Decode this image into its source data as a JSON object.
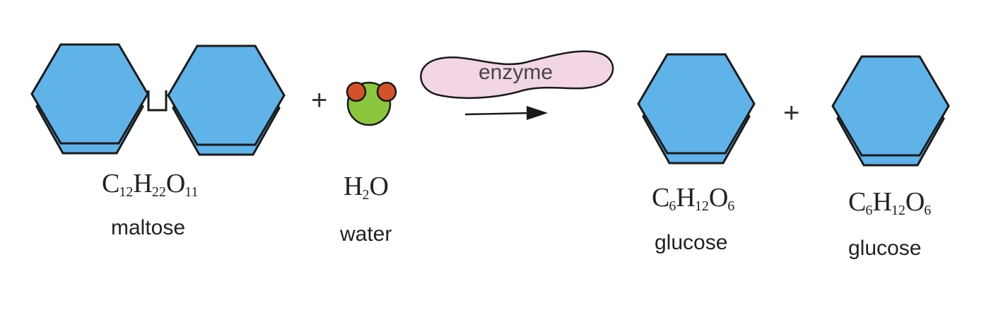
{
  "colors": {
    "ring_fill": "#5fb3e8",
    "ring_edge": "#1a1a1a",
    "oxygen": "#8cc63f",
    "hydrogen": "#d2522a",
    "enzyme_fill": "#f3d6e6"
  },
  "reaction": {
    "plus_1": "+",
    "plus_2": "+",
    "enzyme": "enzyme"
  },
  "maltose": {
    "formula": {
      "c": "C",
      "c_n": "12",
      "h": "H",
      "h_n": "22",
      "o": "O",
      "o_n": "11"
    },
    "name": "maltose"
  },
  "water": {
    "formula": {
      "h": "H",
      "h_n": "2",
      "o": "O"
    },
    "name": "water"
  },
  "glucose_1": {
    "formula": {
      "c": "C",
      "c_n": "6",
      "h": "H",
      "h_n": "12",
      "o": "O",
      "o_n": "6"
    },
    "name": "glucose"
  },
  "glucose_2": {
    "formula": {
      "c": "C",
      "c_n": "6",
      "h": "H",
      "h_n": "12",
      "o": "O",
      "o_n": "6"
    },
    "name": "glucose"
  }
}
